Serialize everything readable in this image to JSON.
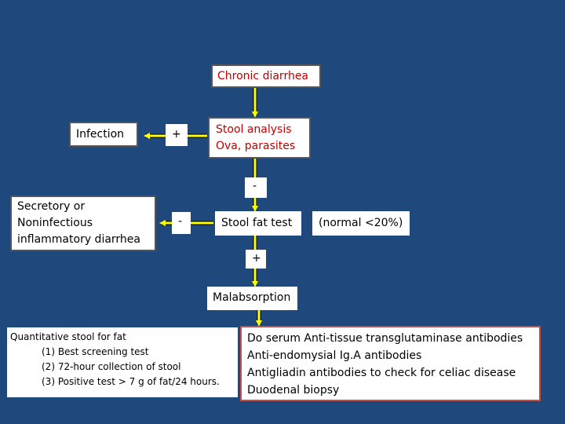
{
  "chronic": "Chronic diarrhea",
  "infection": "Infection",
  "stool_analysis": [
    "Stool analysis",
    "Ova, parasites"
  ],
  "plus1": "+",
  "minus1": "-",
  "secretory": [
    "Secretory or",
    "Noninfectious",
    "inflammatory diarrhea"
  ],
  "minus2": "-",
  "stool_fat": "Stool fat test",
  "normal": "(normal <20%)",
  "plus2": "+",
  "malabsorption": "Malabsorption",
  "quant": {
    "title": "Quantitative stool for fat",
    "items": [
      "(1) Best screening test",
      "(2) 72-hour collection of stool",
      "(3) Positive test > 7 g of fat/24 hours."
    ]
  },
  "celiac": [
    "Do serum Anti-tissue transglutaminase antibodies",
    "Anti-endomysial  Ig.A antibodies",
    "Antigliadin antibodies  to check for celiac disease",
    "Duodenal biopsy"
  ],
  "colors": {
    "background": "#1f497d",
    "arrow": "#ffff00",
    "red_text": "#c00000"
  }
}
